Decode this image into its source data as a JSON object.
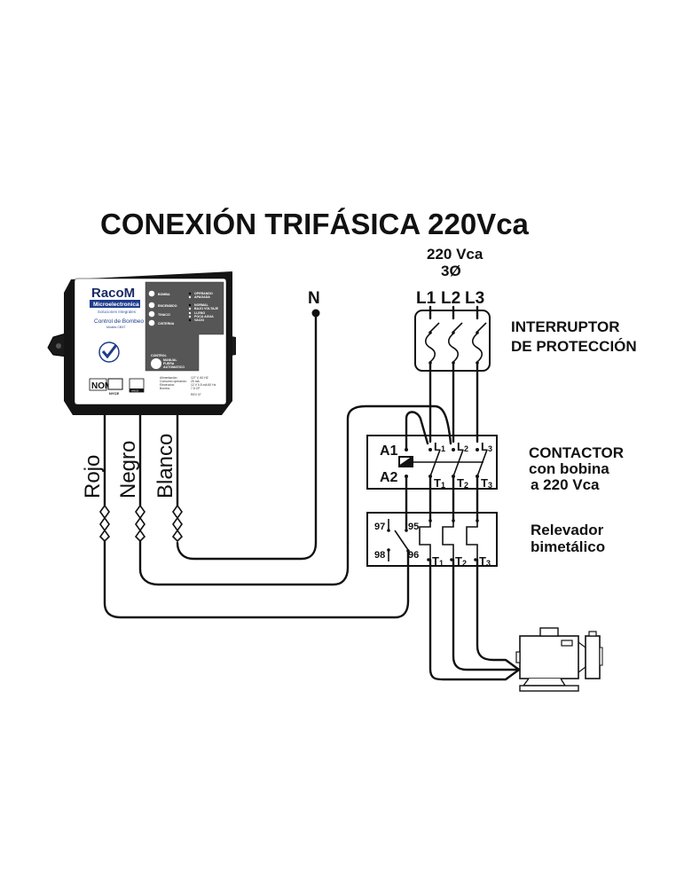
{
  "title": "CONEXIÓN TRIFÁSICA 220Vca",
  "supply": {
    "voltage": "220 Vca",
    "phase": "3Ø",
    "lines": [
      "L1",
      "L2",
      "L3"
    ],
    "neutral": "N"
  },
  "breaker": {
    "label_line1": "INTERRUPTOR",
    "label_line2": "DE PROTECCIÓN"
  },
  "contactor": {
    "label_line1": "CONTACTOR",
    "label_line2": "con bobina",
    "label_line3": "a 220 Vca",
    "coil_terminals": [
      "A1",
      "A2"
    ],
    "input_terminals": [
      "L",
      "L",
      "L"
    ],
    "input_subs": [
      "1",
      "2",
      "3"
    ],
    "output_terminals": [
      "T",
      "T",
      "T"
    ],
    "output_subs": [
      "1",
      "2",
      "3"
    ]
  },
  "overload_relay": {
    "label_line1": "Relevador",
    "label_line2": "bimetálico",
    "aux_terminals": [
      "97",
      "95",
      "98",
      "96"
    ],
    "output_terminals": [
      "T",
      "T",
      "T"
    ],
    "output_subs": [
      "1",
      "2",
      "3"
    ]
  },
  "wires": [
    "Rojo",
    "Negro",
    "Blanco"
  ],
  "device": {
    "brand": "RacoM",
    "brand_sub": "Microelectronica",
    "tagline": "Soluciones Integrales",
    "product": "Control de Bombeo",
    "model": "Modelo CB3T",
    "indicators": [
      "BOMBA",
      "ENCENDIDO",
      "TINACO",
      "CISTERNA"
    ],
    "status_pump": [
      "OPERANDO",
      "APAGADA"
    ],
    "status_voltage": [
      "NORMAL",
      "BAJO VOLTAJE"
    ],
    "status_level": [
      "LLENO",
      "POCA AGUA",
      "VACIO"
    ],
    "control_label": "CONTROL",
    "control_modes": [
      "MANUAL",
      "FUERA",
      "AUTOMATICO"
    ],
    "specs_labels": [
      "Alimentación:",
      "Consumo operando:",
      "Electrodos:",
      "Bomba:"
    ],
    "specs_values": [
      "127 V, 60 HZ",
      "25 mA",
      "12 V 0.5 mA 60 Hz",
      "7.5 CP"
    ],
    "rev": "REV 07",
    "cert_badges": [
      "NOM",
      "NYCE",
      "ANCE"
    ]
  }
}
